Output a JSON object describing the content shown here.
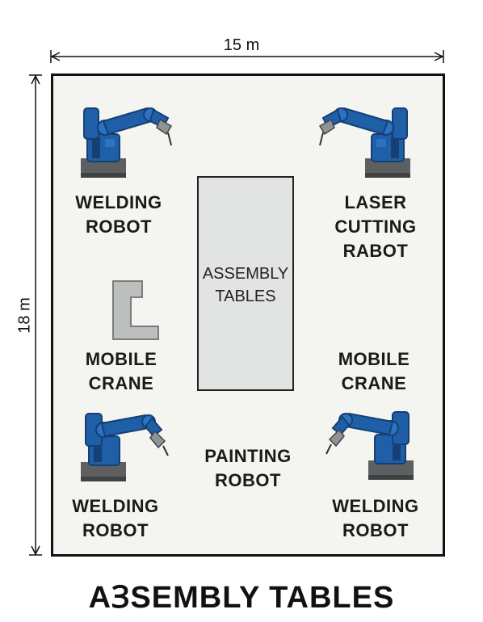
{
  "dimensions": {
    "width_label": "15 m",
    "height_label": "18 m"
  },
  "areas": {
    "welding_robot_top_left": [
      "WELDING",
      "ROBOT"
    ],
    "laser_cutting_robot": [
      "LASER",
      "CUTTING",
      "RABOT"
    ],
    "mobile_crane_left": [
      "MOBILE",
      "CRANE"
    ],
    "mobile_crane_right": [
      "MOBILE",
      "CRANE"
    ],
    "painting_robot": [
      "PAINTING",
      "ROBOT"
    ],
    "welding_robot_bottom_left": [
      "WELDING",
      "ROBOT"
    ],
    "welding_robot_bottom_right": [
      "WELDING",
      "ROBOT"
    ],
    "assembly_tables": [
      "ASSEMBLY",
      "TABLES"
    ]
  },
  "footer_title": "AꞫSEMBLY TABLES",
  "colors": {
    "robot_blue": "#1f5fa8",
    "robot_dark": "#163f73",
    "base_gray": "#5d5f61",
    "crane_gray": "#bdbfbe"
  },
  "icons": [
    "robot-arm-icon",
    "mobile-crane-icon"
  ]
}
